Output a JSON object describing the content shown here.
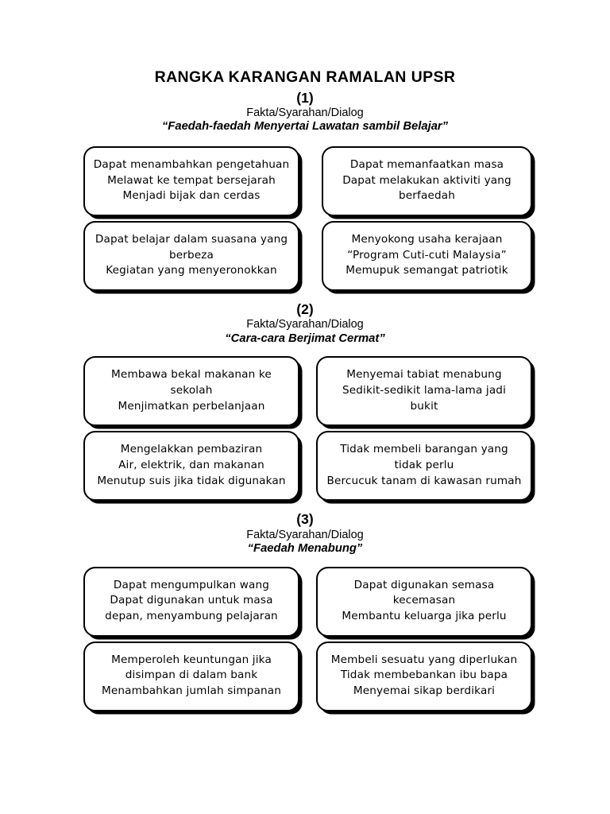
{
  "document": {
    "title": "RANGKA KARANGAN RAMALAN UPSR"
  },
  "sections": [
    {
      "number": "(1)",
      "kind": "Fakta/Syarahan/Dialog",
      "topic": "“Faedah-faedah Menyertai Lawatan sambil Belajar”",
      "boxes": [
        {
          "position": "row1-left",
          "lines": [
            "Dapat menambahkan pengetahuan",
            "Melawat ke tempat bersejarah",
            "Menjadi bijak dan cerdas"
          ]
        },
        {
          "position": "row1-right",
          "lines": [
            "Dapat memanfaatkan masa",
            "Dapat melakukan aktiviti yang",
            "berfaedah"
          ]
        },
        {
          "position": "row2-left",
          "lines": [
            "Dapat belajar dalam suasana yang",
            "berbeza",
            "Kegiatan yang menyeronokkan"
          ]
        },
        {
          "position": "row2-right",
          "lines": [
            "Menyokong usaha kerajaan",
            "“Program Cuti-cuti Malaysia”",
            "Memupuk semangat patriotik"
          ]
        }
      ]
    },
    {
      "number": "(2)",
      "kind": "Fakta/Syarahan/Dialog",
      "topic": "“Cara-cara Berjimat Cermat”",
      "boxes": [
        {
          "position": "row1-left",
          "lines": [
            "Membawa bekal makanan ke",
            "sekolah",
            "Menjimatkan perbelanjaan"
          ]
        },
        {
          "position": "row1-right",
          "lines": [
            "Menyemai tabiat menabung",
            "Sedikit-sedikit lama-lama jadi",
            "bukit"
          ]
        },
        {
          "position": "row2-left",
          "lines": [
            "Mengelakkan pembaziran",
            "Air, elektrik, dan makanan",
            "Menutup suis jika tidak digunakan"
          ]
        },
        {
          "position": "row2-right",
          "lines": [
            "Tidak membeli barangan yang",
            "tidak perlu",
            "Bercucuk tanam di kawasan rumah"
          ]
        }
      ]
    },
    {
      "number": "(3)",
      "kind": "Fakta/Syarahan/Dialog",
      "topic": "“Faedah Menabung”",
      "boxes": [
        {
          "position": "row1-left",
          "lines": [
            "Dapat mengumpulkan wang",
            "Dapat digunakan untuk masa",
            "depan, menyambung pelajaran"
          ]
        },
        {
          "position": "row1-right",
          "lines": [
            "Dapat digunakan semasa",
            "kecemasan",
            "Membantu keluarga jika perlu"
          ]
        },
        {
          "position": "row2-left",
          "lines": [
            "Memperoleh keuntungan jika",
            "disimpan di dalam bank",
            "Menambahkan jumlah simpanan"
          ]
        },
        {
          "position": "row2-right",
          "lines": [
            "Membeli sesuatu yang diperlukan",
            "Tidak membebankan ibu bapa",
            "Menyemai sikap berdikari"
          ]
        }
      ]
    }
  ]
}
